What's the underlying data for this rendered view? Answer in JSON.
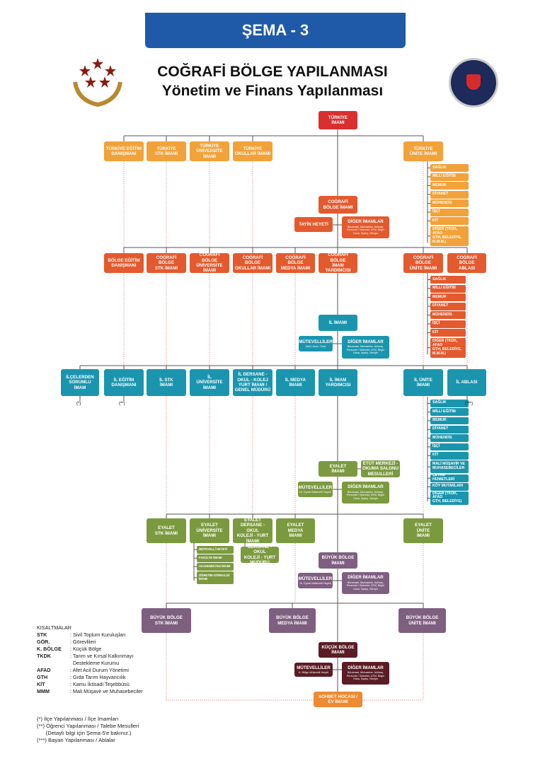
{
  "header": {
    "banner": "ŞEMA - 3",
    "title_line1": "COĞRAFİ BÖLGE YAPILANMASI",
    "title_line2": "Yönetim ve Finans Yapılanması"
  },
  "colors": {
    "banner": "#1f5aa8",
    "red": "#d8302f",
    "orange": "#f2a23a",
    "red_orange": "#e35a2e",
    "teal": "#1b95ae",
    "green": "#7b9a3f",
    "purple": "#7f5f80",
    "maroon": "#5b1c24",
    "sohbet": "#ee8a32"
  },
  "boxes": {
    "turkiye_imami": "TÜRKİYE\nİMAMI",
    "t_egitim": "TÜRKİYE EĞİTİM\nDANIŞMANI",
    "t_stk": "TÜRKİYE\nSTK İMAMI",
    "t_univ": "TÜRKİYE\nÜNİVERSİTE İMAMI",
    "t_okul": "TÜRKİYE\nOKULLAR İMAMI",
    "t_unite": "TÜRKİYE\nÜNİTE İMAMI",
    "cb_imami": "COĞRAFİ\nBÖLGE İMAMI",
    "tayin": "TAYİN HEYETİ",
    "diger1": "DİĞER İMAMLAR",
    "b_egitim": "BÖLGE EĞİTİM\nDANIŞMANI",
    "cb_stk": "COĞRAFİ BÖLGE\nSTK İMAMI",
    "cb_univ": "COĞRAFİ BÖLGE\nÜNİVERSİTE İMAMI",
    "cb_okul": "COĞRAFİ BÖLGE\nOKULLAR İMAMI",
    "cb_medya": "COĞRAFİ BÖLGE\nMEDYA İMAMI",
    "cb_yard": "COĞRAFİ BÖLGE\nİMAM YARDIMCISI",
    "cb_unite": "COĞRAFİ BÖLGE\nÜNİTE İMAMI",
    "cb_abla": "COĞRAFİ BÖLGE\nABLASI",
    "il_imami": "İL İMAMI",
    "mut_il": "MÜTEVELLİLER",
    "diger_il": "DİĞER İMAMLAR",
    "ilce": "İLÇELERDEN\nSORUMLU\nİMAM",
    "il_egitim": "İL EĞİTİM\nDANIŞMANI",
    "il_stk": "İL STK\nİMAMI",
    "il_univ": "İL\nÜNİVERSİTE\nİMAMI",
    "il_dersane": "İL DERSANE -\nOKUL - KOLEJ\nYURT İMAMI /\nGENEL MÜDÜRÜ",
    "il_medya": "İL MEDYA\nİMAMI",
    "il_yard": "İL İMAM\nYARDIMCISI",
    "il_unite": "İL ÜNİTE\nİMAMI",
    "il_abla": "İL ABLASI",
    "eyalet_imami": "EYALET\nİMAMI",
    "etut": "ETÜT MERKEZİ -\nOKUMA SALONU\nMESULLERİ",
    "mut_ey": "MÜTEVELLİLER",
    "diger_ey": "DİĞER İMAMLAR",
    "ey_stk": "EYALET\nSTK İMAMI",
    "ey_univ": "EYALET\nÜNİVERSİTE\nİMAMI",
    "ey_dersane": "EYALET\nDERSANE - OKUL\nKOLEJİ - YURT İMAMI",
    "ey_medya": "EYALET\nMEDYA\nİMAMI",
    "ey_unite": "EYALET\nÜNİTE\nİMAMI",
    "ey_dersane_sub": "DERSANE - OKUL\nKOLEJİ - YURT MÜDÜRÜ",
    "bb_imami": "BÜYÜK BÖLGE\nİMAMI",
    "mut_bb": "MÜTEVELLİLER",
    "diger_bb": "DİĞER İMAMLAR",
    "bb_stk": "BÜYÜK BÖLGE\nSTK İMAMI",
    "bb_medya": "BÜYÜK BÖLGE\nMEDYA İMAMI",
    "bb_unite": "BÜYÜK BÖLGE\nÜNİTE İMAMI",
    "kb_imami": "KÜÇÜK BÖLGE\nİMAMI",
    "mut_kb": "MÜTEVELLİLER",
    "diger_kb": "DİĞER İMAMLAR",
    "sohbet": "SOHBET HOCASI /\nEV İMAMI"
  },
  "subtexts": {
    "diger": "Bürokrasi, Muhasebe, İstihraç, Personel / Sekreter, ATM, Bilgin Kasa, İrşatçı, Medya",
    "mut_il": "Mali / Arsa / Özel",
    "mut_ey": "Ür. Eyalet Mütevelli Heyeti",
    "mut_bb": "Ür. Eyalet Mütevelli Heyeti",
    "mut_kb": "K. Bölge Mütevelli Heyeti"
  },
  "lists": {
    "turkiye_unite": [
      "SAĞLIK",
      "MİLLİ EĞİTİM",
      "MEMUR",
      "DİYANET",
      "MÜHENDİS",
      "İŞÇİ",
      "KİT",
      "DİĞER (TKDK, AFAD\nGTH, BELEDİYE,\nM.M.M.)"
    ],
    "cb_unite": [
      "SAĞLIK",
      "MİLLİ EĞİTİM",
      "MEMUR",
      "DİYANET",
      "MÜHENDİS",
      "İŞÇİ",
      "KİT",
      "DİĞER (TKDK, AFAD\nGTH, BELEDİYE,\nM.M.M.)"
    ],
    "il_unite": [
      "SAĞLIK",
      "MİLLİ EĞİTİM",
      "MEMUR",
      "DİYANET",
      "MÜHENDİS",
      "İŞÇİ",
      "KİT",
      "MALİ MÜŞAVİR VE\nMUHASEBECİLER",
      "ÇEVRE HİZMETLERİ",
      "KÖY MUTARLARI",
      "DİĞER (TKDK, AFAD\nGTH, BELEDİYE)"
    ],
    "ey_univ": [
      "MÜTEVELLİ HEYETİ",
      "FAKÜLTE İMAMI",
      "AKADEMİSYEN İMAMI",
      "ÖĞRETİM GÖREVLİSİ\nİMAMI"
    ]
  },
  "markers": {
    "ilce": "(*)",
    "egitim": "(**)",
    "abla": "(***)"
  },
  "legend": {
    "title": "KISALTMALAR",
    "items": [
      {
        "k": "STK",
        "v": ": Sivil Toplum Kuruluşları"
      },
      {
        "k": "GÖR.",
        "v": ": Görevlileri"
      },
      {
        "k": "K. BÖLGE",
        "v": ": Küçük Bölge"
      },
      {
        "k": "TKDK",
        "v": ": Tarım ve Kırsal Kalkınmayı\n  Destekleme Kurumu"
      },
      {
        "k": "AFAD",
        "v": ": Afet Acil Durum Yönetimi"
      },
      {
        "k": "GTH",
        "v": ": Gıda Tarım Hayvancılık"
      },
      {
        "k": "KİT",
        "v": ": Kamu İktisadi Teşebbüsü"
      },
      {
        "k": "MMM",
        "v": ": Mali Müşavir ve Muhasebeciler"
      }
    ]
  },
  "notes": [
    "(*) İlçe Yapılanması / İlçe İmamları",
    "(**) Öğrenci Yapılanması / Talebe Mesulleri",
    "      (Detaylı bilgi için Şema-5'e bakınız.)",
    "(***) Bayan Yapılanması / Ablalar"
  ],
  "logos": {
    "left": "stars-laurel-emblem",
    "right": "police-emblem"
  }
}
